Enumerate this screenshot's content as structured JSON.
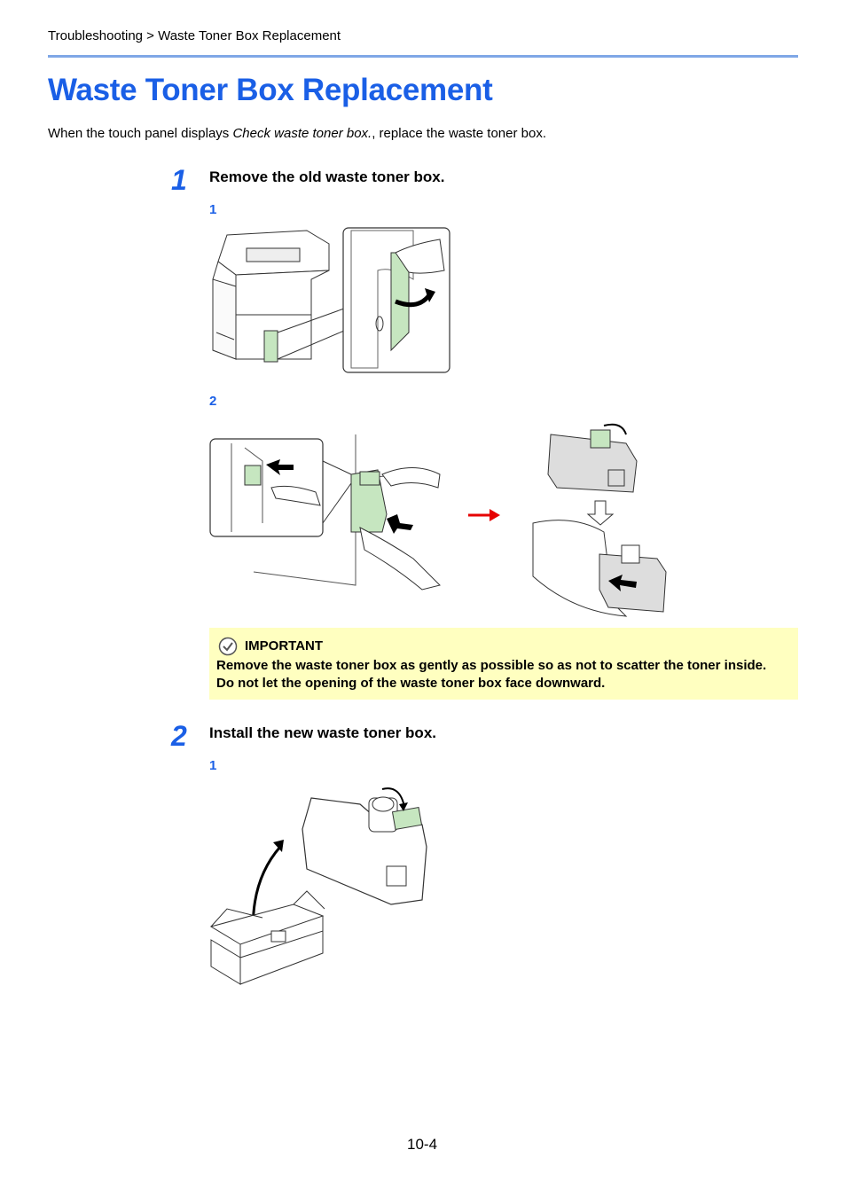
{
  "breadcrumb": "Troubleshooting > Waste Toner Box Replacement",
  "title": "Waste Toner Box Replacement",
  "intro": {
    "before": "When the touch panel displays ",
    "emphasis": "Check waste toner box.",
    "after": ", replace the waste toner box."
  },
  "steps": [
    {
      "number": "1",
      "text": "Remove the old waste toner box.",
      "substeps": [
        "1",
        "2"
      ]
    },
    {
      "number": "2",
      "text": "Install the new waste toner box.",
      "substeps": [
        "1"
      ]
    }
  ],
  "important": {
    "icon": "check-circle-icon",
    "label": "IMPORTANT",
    "text": "Remove the waste toner box as gently as possible so as not to scatter the toner inside. Do not let the opening of the waste toner box face downward."
  },
  "colors": {
    "accent": "#1a5fe6",
    "highlight_green": "#c6e6c0",
    "important_bg": "#ffffc0",
    "arrow_red": "#e60000"
  },
  "page_number": "10-4"
}
